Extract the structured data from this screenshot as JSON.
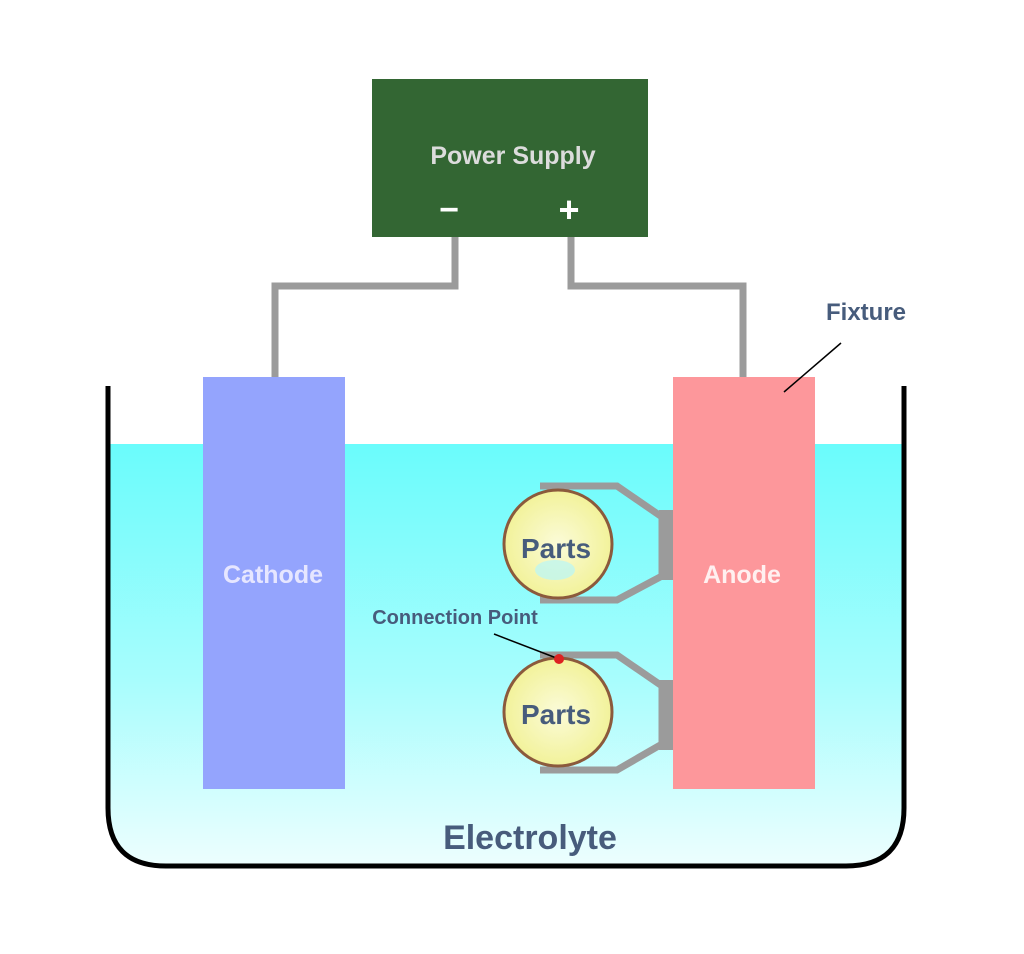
{
  "power_supply": {
    "label": "Power Supply",
    "negative_symbol": "−",
    "positive_symbol": "+"
  },
  "cathode": {
    "label": "Cathode"
  },
  "anode": {
    "label": "Anode"
  },
  "parts": [
    {
      "label": "Parts"
    },
    {
      "label": "Parts"
    }
  ],
  "annotations": {
    "fixture": "Fixture",
    "connection_point": "Connection Point"
  },
  "electrolyte": {
    "label": "Electrolyte"
  },
  "colors": {
    "power_supply": "#336633",
    "cathode": "#94a4fd",
    "anode": "#fd979b",
    "electrolyte_top": "#6afcfc",
    "electrolyte_bottom": "#f0fefe",
    "wire": "#9b9b9b",
    "part_fill": "#f4f4a8",
    "part_border": "#8b5a3c",
    "label_text": "#475c7c",
    "connection_dot": "#dd2222"
  }
}
